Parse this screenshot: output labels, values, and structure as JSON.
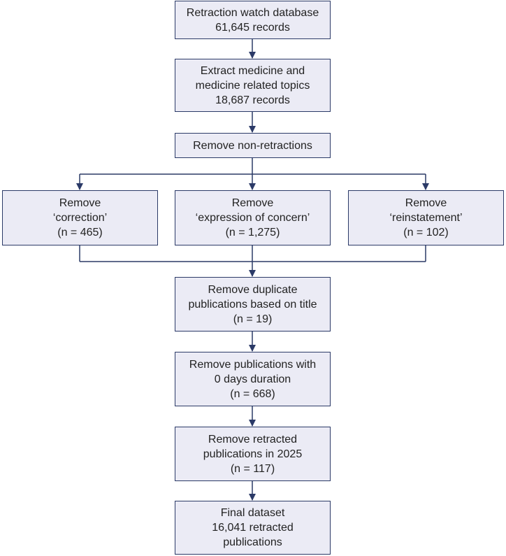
{
  "colors": {
    "box_fill": "#ebebf5",
    "box_border": "#2b3a67",
    "connector": "#2b3a67",
    "text": "#222222"
  },
  "steps": {
    "source": {
      "lines": [
        "Retraction watch database",
        "61,645 records"
      ]
    },
    "extract": {
      "lines": [
        "Extract medicine and",
        "medicine related topics",
        "18,687 records"
      ]
    },
    "non_retractions": {
      "lines": [
        "Remove non-retractions"
      ]
    },
    "correction": {
      "lines": [
        "Remove",
        "‘correction’",
        "(n = 465)"
      ]
    },
    "concern": {
      "lines": [
        "Remove",
        "‘expression of concern’",
        "(n = 1,275)"
      ]
    },
    "reinstatement": {
      "lines": [
        "Remove",
        "‘reinstatement’",
        "(n = 102)"
      ]
    },
    "duplicates": {
      "lines": [
        "Remove duplicate",
        "publications based on title",
        "(n = 19)"
      ]
    },
    "zero_days": {
      "lines": [
        "Remove publications with",
        "0 days duration",
        "(n = 668)"
      ]
    },
    "retracted_2025": {
      "lines": [
        "Remove retracted",
        "publications in 2025",
        "(n = 117)"
      ]
    },
    "final": {
      "lines": [
        "Final dataset",
        "16,041 retracted",
        "publications"
      ]
    }
  }
}
